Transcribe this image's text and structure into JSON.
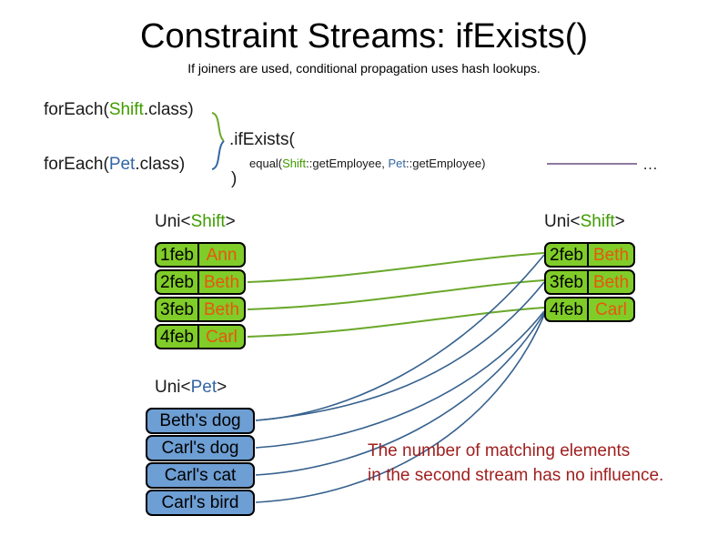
{
  "slide": {
    "title": "Constraint Streams: ifExists()",
    "subtitle": "If joiners are used, conditional propagation uses hash lookups."
  },
  "code": {
    "foreach_shift": {
      "prefix": "forEach(",
      "type": "Shift",
      "suffix": ".class)"
    },
    "foreach_pet": {
      "prefix": "forEach(",
      "type": "Pet",
      "suffix": ".class)"
    },
    "if_exists": ".ifExists(",
    "equal": {
      "prefix": "equal(",
      "left_type": "Shift",
      "left_ref": "::getEmployee, ",
      "right_type": "Pet",
      "right_ref": "::getEmployee)"
    },
    "close_paren": ")",
    "ellipsis": "…"
  },
  "streams": {
    "left_shift": {
      "label_prefix": "Uni<",
      "label_type": "Shift",
      "label_suffix": ">",
      "facts": [
        {
          "key": "1feb",
          "value": "Ann"
        },
        {
          "key": "2feb",
          "value": "Beth"
        },
        {
          "key": "3feb",
          "value": "Beth"
        },
        {
          "key": "4feb",
          "value": "Carl"
        }
      ]
    },
    "right_shift": {
      "label_prefix": "Uni<",
      "label_type": "Shift",
      "label_suffix": ">",
      "facts": [
        {
          "key": "2feb",
          "value": "Beth"
        },
        {
          "key": "3feb",
          "value": "Beth"
        },
        {
          "key": "4feb",
          "value": "Carl"
        }
      ]
    },
    "pet": {
      "label_prefix": "Uni<",
      "label_type": "Pet",
      "label_suffix": ">",
      "facts": [
        {
          "value": "Beth's dog"
        },
        {
          "value": "Carl's dog"
        },
        {
          "value": "Carl's cat"
        },
        {
          "value": "Carl's bird"
        }
      ]
    }
  },
  "annotation": {
    "line1": "The number of matching elements",
    "line2": "in the second stream has no influence."
  },
  "colors": {
    "shift_green": "#80cc28",
    "pet_blue": "#6d9ed4",
    "shift_token": "#3f9c00",
    "pet_token": "#3465a4",
    "value_orange": "#e8560f",
    "annotation_red": "#a02020",
    "joiner_line": "#8d7a9e",
    "wire_green": "#6aa82a",
    "wire_blue": "#36618e",
    "box_border": "#000000"
  }
}
